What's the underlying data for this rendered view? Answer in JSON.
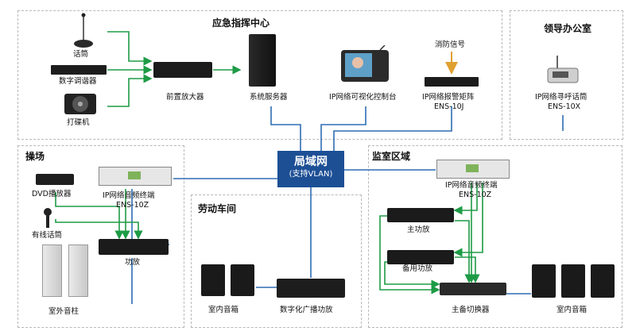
{
  "regions": {
    "command": "应急指挥中心",
    "office": "领导办公室",
    "playground": "操场",
    "workshop": "劳动车间",
    "monitor": "监室区域"
  },
  "lan": {
    "title": "局域网",
    "subtitle": "(支持VLAN)"
  },
  "devices": {
    "mic": "话筒",
    "tuner": "数字调谐器",
    "cd": "打碟机",
    "preamp": "前置放大器",
    "server": "系统服务器",
    "console": "IP网络可视化控制台",
    "fire": "消防信号",
    "alarm_l1": "IP网络报警矩阵",
    "alarm_l2": "ENS-10J",
    "pager_l1": "IP网络寻呼话筒",
    "pager_l2": "ENS-10X",
    "dvd": "DVD播放器",
    "term1_l1": "IP网络音频终端",
    "term1_l2": "ENS-10Z",
    "wired_mic": "有线话筒",
    "amp1": "功放",
    "column": "室外音柱",
    "indoor1": "室内音箱",
    "digital_amp": "数字化广播功放",
    "term2_l1": "IP网络音频终端",
    "term2_l2": "ENS-10Z",
    "main_amp": "主功放",
    "backup_amp": "备用功放",
    "switcher": "主备切换器",
    "indoor2": "室内音箱"
  },
  "colors": {
    "wire_blue": "#2e6db4",
    "wire_green": "#1e9b46",
    "fire_arrow": "#e0a030",
    "lan_bg": "#1d4f95"
  }
}
